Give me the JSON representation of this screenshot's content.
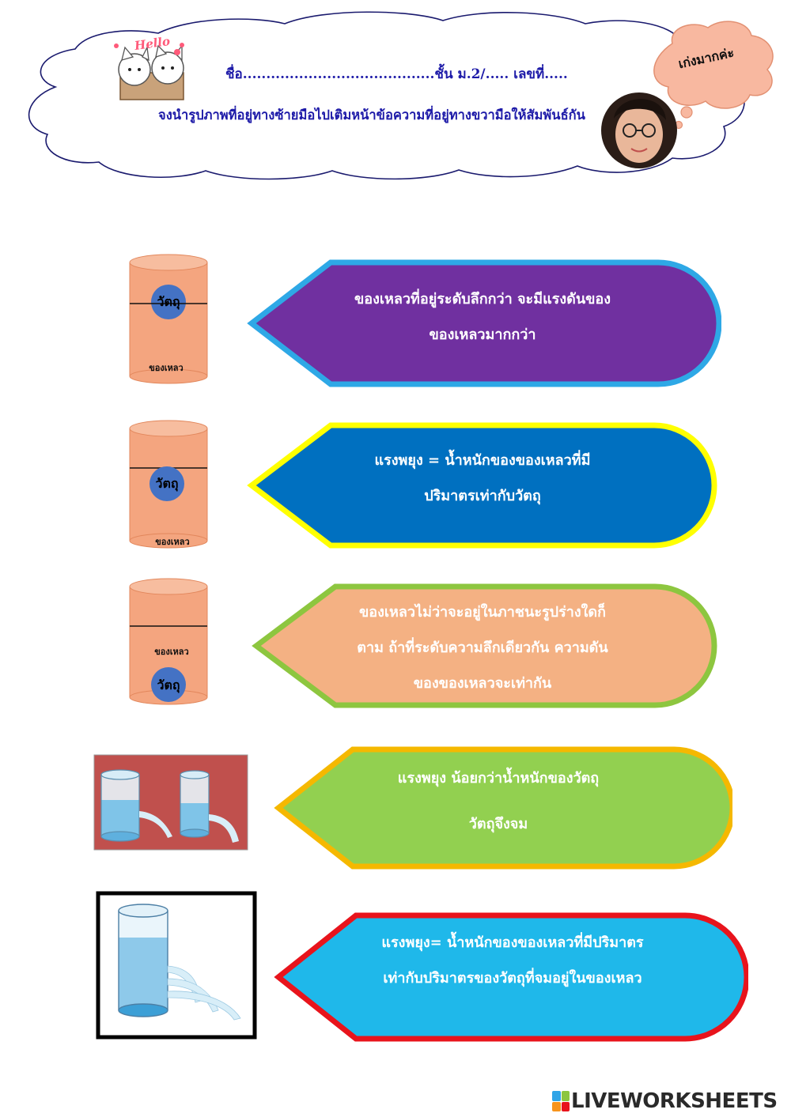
{
  "header": {
    "greeting": "Hello",
    "name_line": "ชื่อ.........................................ชั้น ม.2/..... เลขที่.....",
    "instruction": "จงนำรูปภาพที่อยู่ทางซ้ายมือไปเติมหน้าข้อความที่อยู่ทางขวามือให้สัมพันธ์กัน",
    "praise_badge": "เก่งมากค่ะ"
  },
  "labels": {
    "object": "วัตถุ",
    "liquid": "ของเหลว"
  },
  "items": [
    {
      "picture": "cylinder-object-floating",
      "text_lines": [
        "ของเหลวที่อยู่ระดับลึกกว่า จะมีแรงดันของ",
        "ของเหลวมากกว่า"
      ],
      "fill": "#7030a0",
      "border": "#2ea8e6"
    },
    {
      "picture": "cylinder-object-suspended",
      "text_lines": [
        "แรงพยุง = น้ำหนักของของเหลวที่มี",
        "ปริมาตรเท่ากับวัตถุ"
      ],
      "fill": "#0070c0",
      "border": "#ffff00"
    },
    {
      "picture": "cylinder-object-sinking",
      "text_lines": [
        "ของเหลวไม่ว่าจะอยู่ในภาชนะรูปร่างใดก็",
        "ตาม ถ้าที่ระดับความลึกเดียวกัน ความดัน",
        "ของของเหลวจะเท่ากัน"
      ],
      "fill": "#f4b183",
      "border": "#8dc63f"
    },
    {
      "picture": "two-cans-water-jet",
      "text_lines": [
        "แรงพยุง น้อยกว่าน้ำหนักของวัตถุ",
        "วัตถุจึงจม"
      ],
      "fill": "#92d050",
      "border": "#f5b800"
    },
    {
      "picture": "can-three-water-jets",
      "text_lines": [
        "แรงพยุง= น้ำหนักของของเหลวที่มีปริมาตร",
        "เท่ากับปริมาตรของวัตถุที่จมอยู่ในของเหลว"
      ],
      "fill": "#1fb8ea",
      "border": "#e8141c"
    }
  ],
  "footer": {
    "brand": "LIVEWORKSHEETS"
  },
  "colors": {
    "header_text": "#1d1aa8",
    "cylinder_fill": "#f4a57f",
    "object_ball": "#4472c4",
    "photo_bg": "#c0504d",
    "badge": "#f8b8a0"
  }
}
